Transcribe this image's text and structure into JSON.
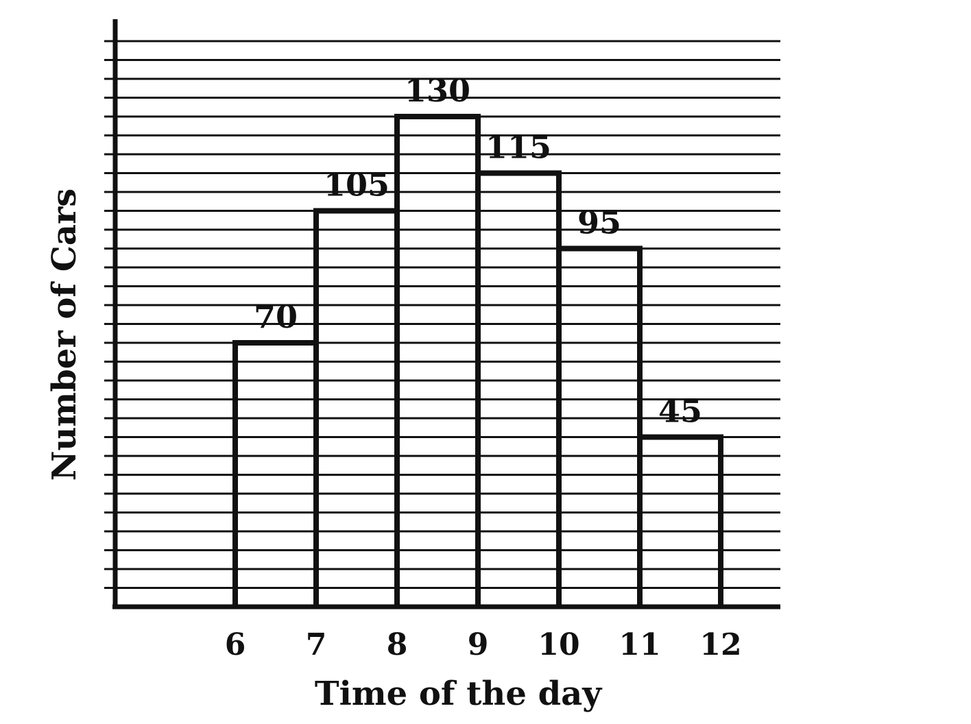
{
  "chart_data": {
    "type": "bar",
    "title": "",
    "xlabel": "Time of the day",
    "ylabel": "Number of Cars",
    "x_ticks": [
      "6",
      "7",
      "8",
      "9",
      "10",
      "11",
      "12"
    ],
    "bins": [
      [
        6,
        7
      ],
      [
        7,
        8
      ],
      [
        8,
        9
      ],
      [
        9,
        10
      ],
      [
        10,
        11
      ],
      [
        11,
        12
      ]
    ],
    "values": [
      70,
      105,
      130,
      115,
      95,
      45
    ],
    "ylim": [
      0,
      150
    ],
    "grid": true
  }
}
